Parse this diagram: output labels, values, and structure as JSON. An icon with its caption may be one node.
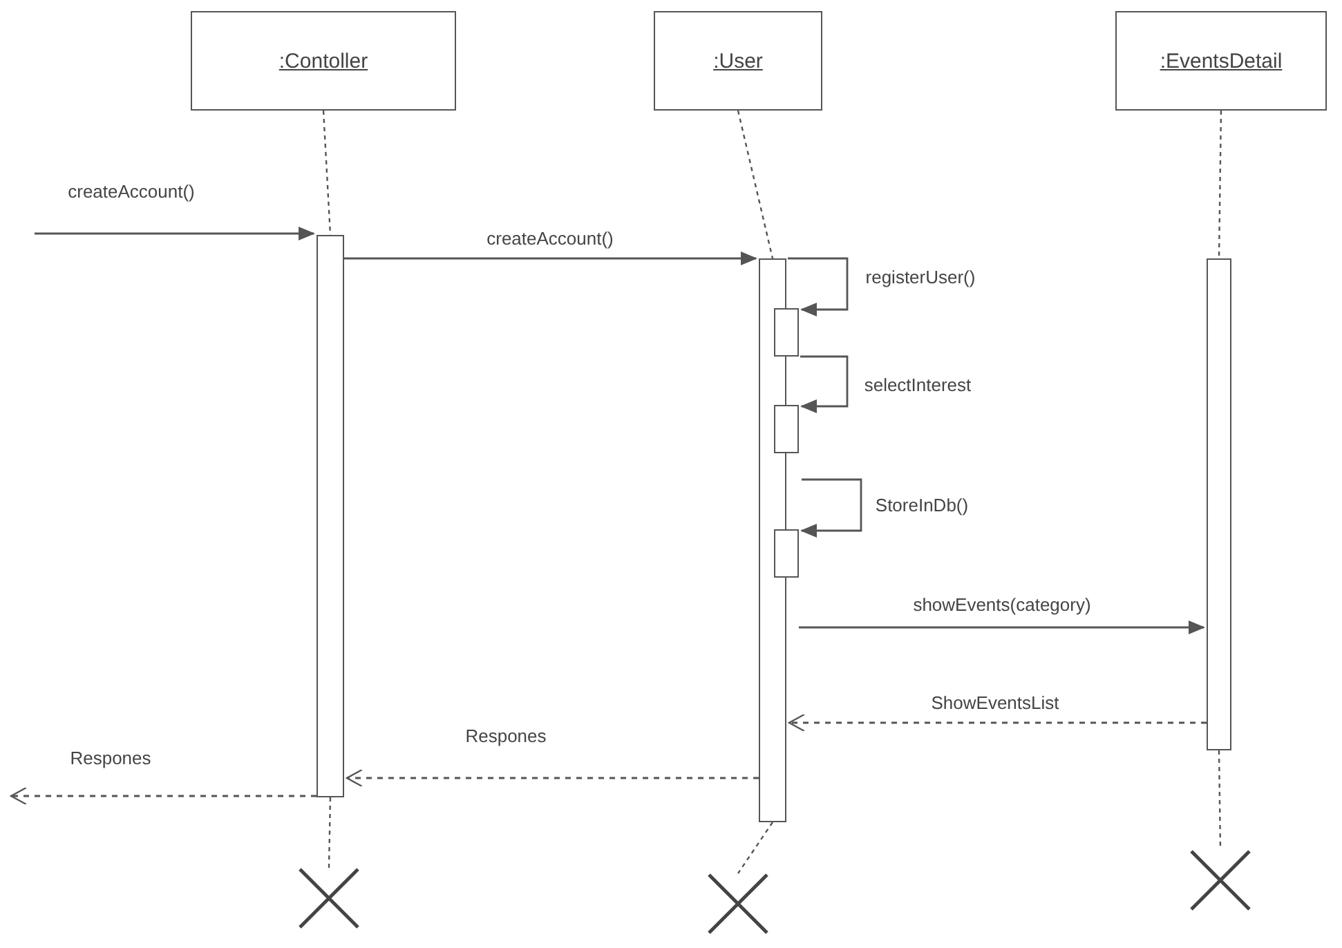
{
  "diagram": {
    "nodes": [
      {
        "text": [
          ":Contoller"
        ]
      },
      {
        "text": [
          ":User"
        ]
      },
      {
        "text": [
          ":EventsDetail"
        ]
      },
      {
        "text": [],
        "shape": "bar"
      },
      {
        "text": [],
        "shape": "bar"
      },
      {
        "text": [],
        "shape": "bar"
      },
      {
        "text": [],
        "shape": "bar"
      },
      {
        "text": [],
        "shape": "bar"
      },
      {
        "text": [],
        "shape": "bar"
      },
      {
        "text": [],
        "shape": "cross"
      },
      {
        "text": [],
        "shape": "cross"
      },
      {
        "text": [],
        "shape": "cross"
      }
    ],
    "edges": [
      {
        "from": null,
        "to": 3,
        "arrow": "to",
        "label": "createAccount()"
      },
      {
        "from": 3,
        "to": 4,
        "arrow": "to",
        "label": "createAccount()"
      },
      {
        "from": 4,
        "to": 6,
        "arrow": "to",
        "label": "registerUser()"
      },
      {
        "from": 4,
        "to": 7,
        "arrow": "to",
        "label": "selectInterest"
      },
      {
        "from": 4,
        "to": 8,
        "arrow": "to",
        "label": "StoreInDb()"
      },
      {
        "from": 4,
        "to": 5,
        "arrow": "to",
        "label": "showEvents(category)"
      },
      {
        "from": 5,
        "to": 4,
        "arrow": "to",
        "label": "ShowEventsList",
        "style": "dashed"
      },
      {
        "from": 4,
        "to": 3,
        "arrow": "to",
        "label": "Respones",
        "style": "dashed"
      },
      {
        "from": 3,
        "to": null,
        "arrow": "to",
        "label": "Respones",
        "style": "dashed"
      },
      {
        "from": 0,
        "to": 3,
        "arrow": "none",
        "style": "dashed"
      },
      {
        "from": 1,
        "to": 4,
        "arrow": "none",
        "style": "dashed"
      },
      {
        "from": 2,
        "to": 5,
        "arrow": "none",
        "style": "dashed"
      },
      {
        "from": 3,
        "to": 9,
        "arrow": "none",
        "style": "dashed"
      },
      {
        "from": 4,
        "to": 10,
        "arrow": "none",
        "style": "dashed"
      },
      {
        "from": 5,
        "to": 11,
        "arrow": "none",
        "style": "dashed"
      }
    ]
  }
}
